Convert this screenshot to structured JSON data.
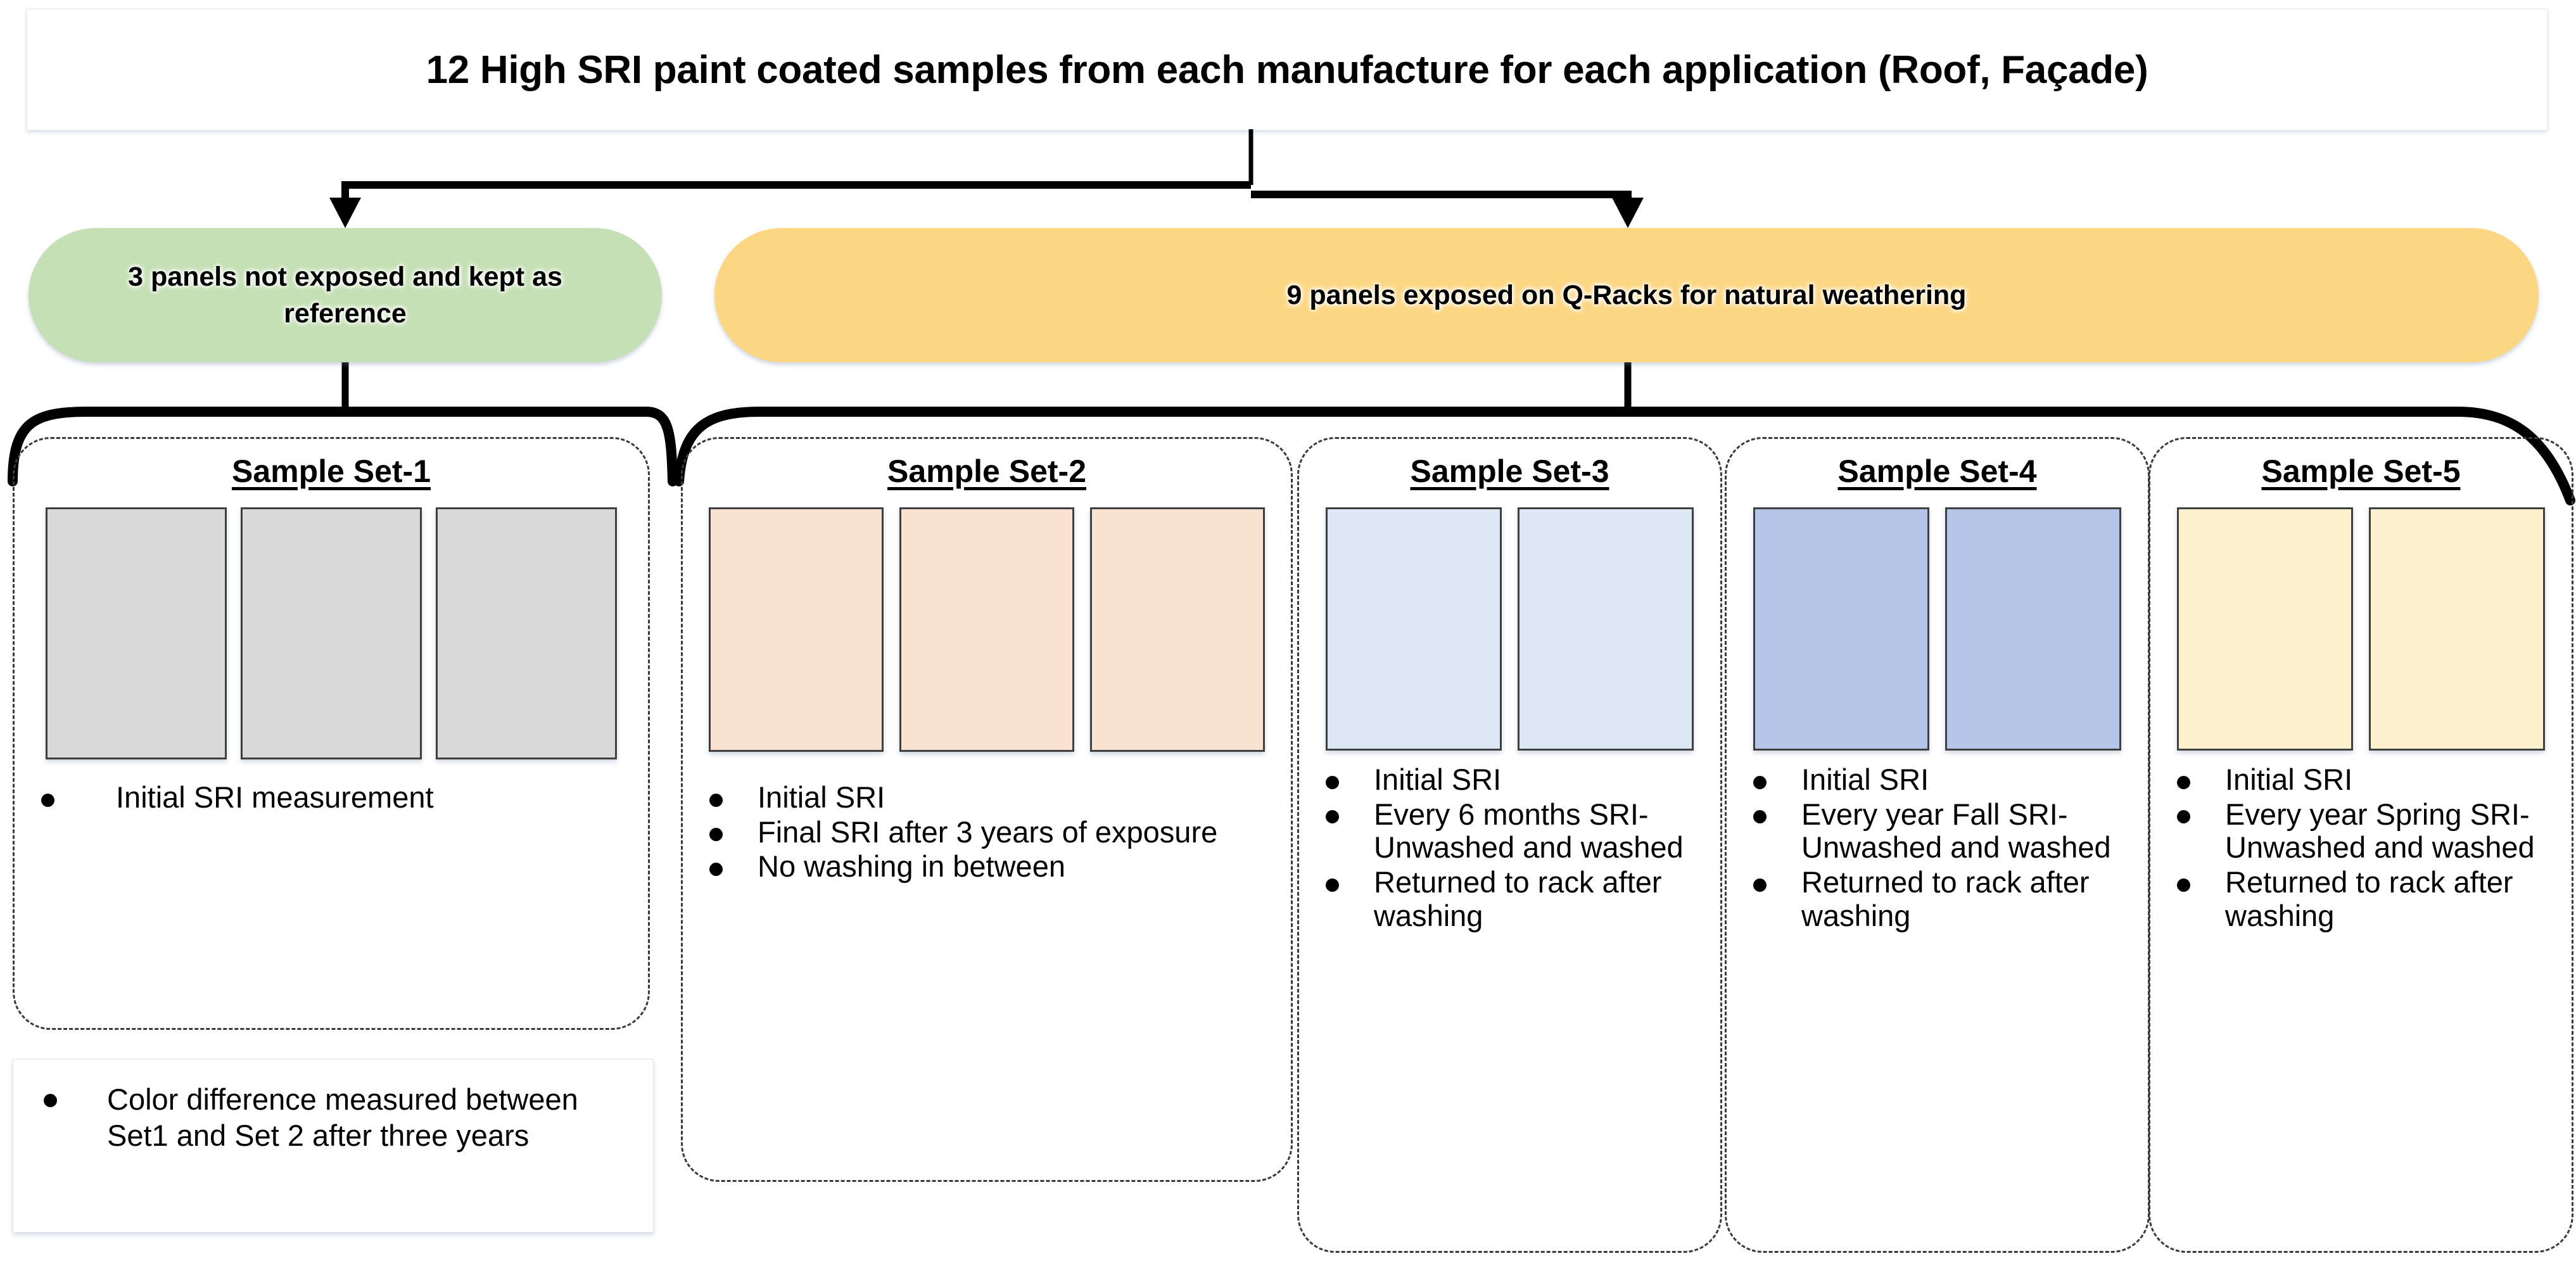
{
  "title": {
    "text": "12 High SRI paint coated samples from each manufacture for each application (Roof, Façade)"
  },
  "stages": {
    "reference": {
      "label": "3 panels not exposed and kept as reference",
      "color": "#c5e0b4"
    },
    "exposed": {
      "label": "9 panels exposed on Q-Racks for natural weathering",
      "color": "#fbd784"
    }
  },
  "sample_sets": [
    {
      "title": "Sample Set-1",
      "swatch_count": 3,
      "swatch_color": "#d9d9d9",
      "bullets": [
        "Initial SRI measurement"
      ]
    },
    {
      "title": "Sample Set-2",
      "swatch_count": 3,
      "swatch_color": "#fae2d0",
      "bullets": [
        "Initial SRI",
        "Final SRI  after 3 years of exposure",
        "No washing in between"
      ]
    },
    {
      "title": "Sample Set-3",
      "swatch_count": 2,
      "swatch_color": "#dee8f4",
      "bullets": [
        "Initial SRI",
        "Every 6 months SRI- Unwashed and washed",
        "Returned to rack after washing"
      ]
    },
    {
      "title": "Sample Set-4",
      "swatch_count": 2,
      "swatch_color": "#b4c5e7",
      "bullets": [
        "Initial SRI",
        "Every year Fall SRI- Unwashed and washed",
        "Returned to rack after washing"
      ]
    },
    {
      "title": "Sample Set-5",
      "swatch_count": 2,
      "swatch_color": "#fdf0cd",
      "bullets": [
        "Initial SRI",
        "Every year Spring SRI- Unwashed and washed",
        "Returned to rack after washing"
      ]
    }
  ],
  "note": {
    "bullets": [
      "Color difference measured between Set1 and Set 2 after three years"
    ]
  }
}
